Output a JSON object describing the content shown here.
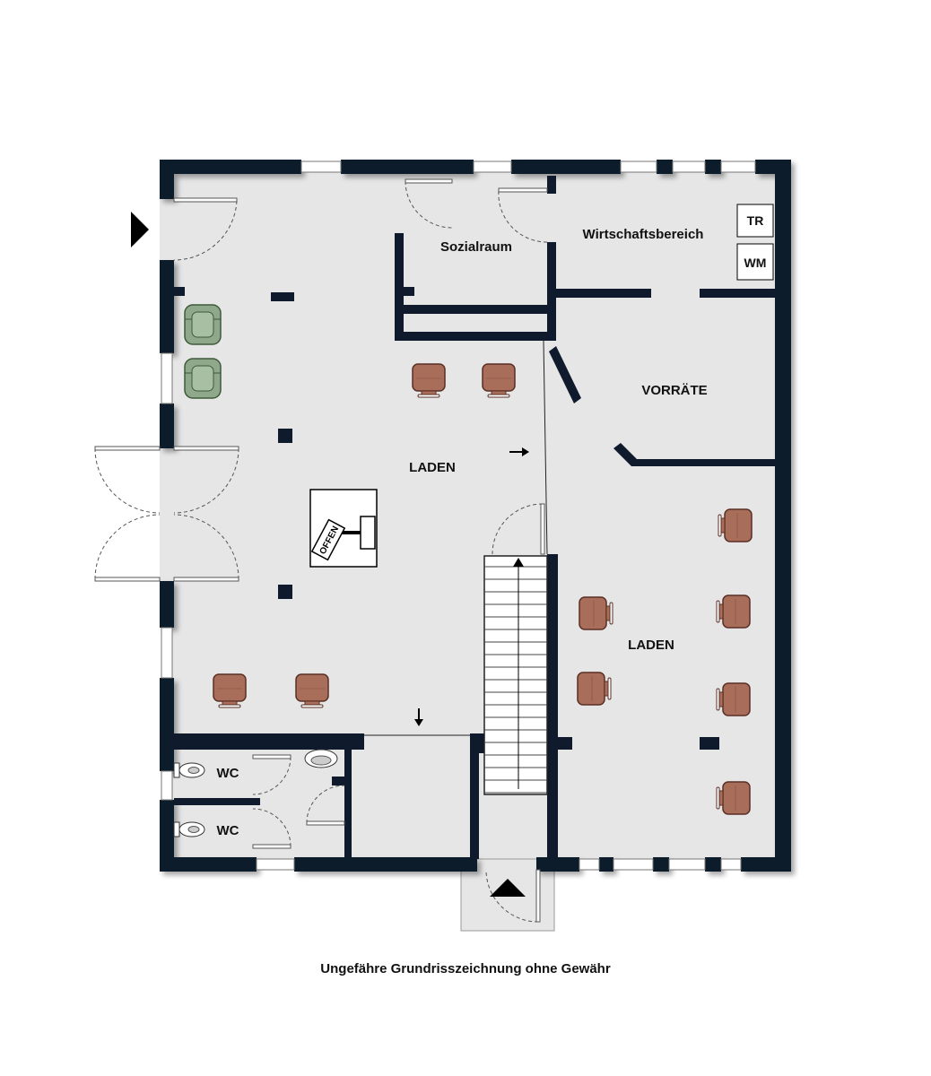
{
  "rooms": {
    "sozialraum": "Sozialraum",
    "wirtschaftsbereich": "Wirtschaftsbereich",
    "vorraete": "VORRÄTE",
    "laden_left": "LADEN",
    "laden_right": "LADEN",
    "wc_upper": "WC",
    "wc_lower": "WC"
  },
  "appliances": {
    "tr": "TR",
    "wm": "WM"
  },
  "sign": "OFFEN",
  "caption": "Ungefähre Grundrisszeichnung ohne Gewähr",
  "colors": {
    "wall": "#0f1a2c",
    "floor": "#e6e6e6",
    "chair": "#a86e5a",
    "chair_edge": "#5a2f25",
    "armchair": "#8fa88a",
    "armchair_edge": "#3e5a3a"
  }
}
